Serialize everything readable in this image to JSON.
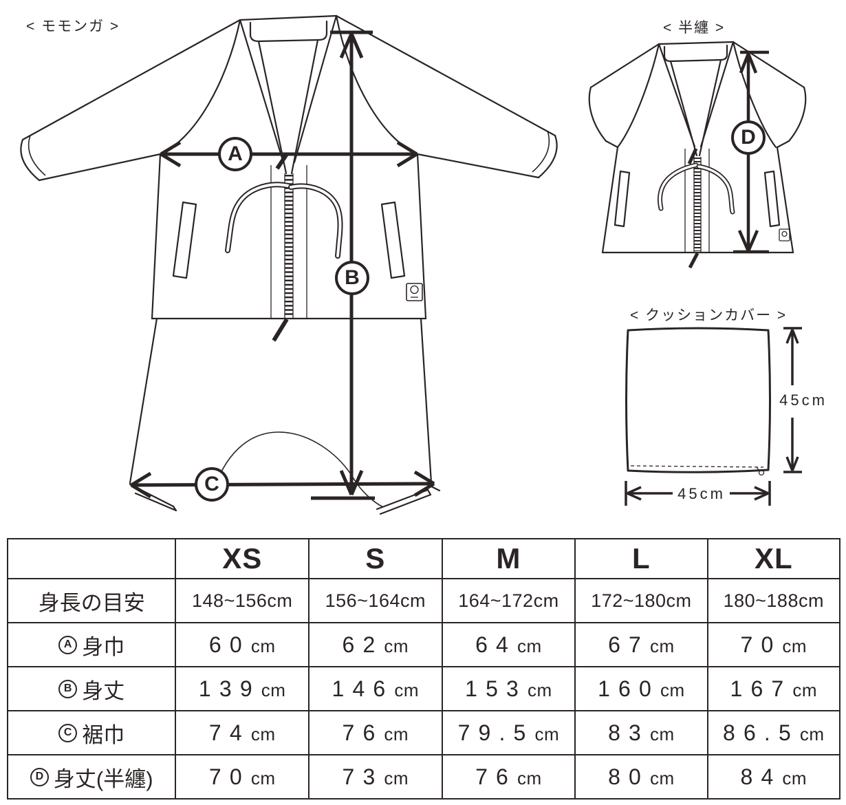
{
  "page": {
    "background": "#ffffff",
    "ink": "#2b2424"
  },
  "sections": {
    "momonga": {
      "label": "< モモンガ >"
    },
    "hanten": {
      "label": "< 半纏 >"
    },
    "cushion": {
      "label": "< クッションカバー >",
      "height_label": "45cm",
      "width_label": "45cm"
    }
  },
  "measure_markers": {
    "a": "A",
    "b": "B",
    "c": "C",
    "d": "D"
  },
  "size_table": {
    "columns": [
      "XS",
      "S",
      "M",
      "L",
      "XL"
    ],
    "rows": [
      {
        "marker": "",
        "label": "身長の目安",
        "values": [
          "148~156cm",
          "156~164cm",
          "164~172cm",
          "172~180cm",
          "180~188cm"
        ]
      },
      {
        "marker": "A",
        "label": "身巾",
        "values": [
          "60cm",
          "62cm",
          "64cm",
          "67cm",
          "70cm"
        ]
      },
      {
        "marker": "B",
        "label": "身丈",
        "values": [
          "139cm",
          "146cm",
          "153cm",
          "160cm",
          "167cm"
        ]
      },
      {
        "marker": "C",
        "label": "裾巾",
        "values": [
          "74cm",
          "76cm",
          "79.5cm",
          "83cm",
          "86.5cm"
        ]
      },
      {
        "marker": "D",
        "label": "身丈(半纏)",
        "values": [
          "70cm",
          "73cm",
          "76cm",
          "80cm",
          "84cm"
        ]
      }
    ]
  }
}
